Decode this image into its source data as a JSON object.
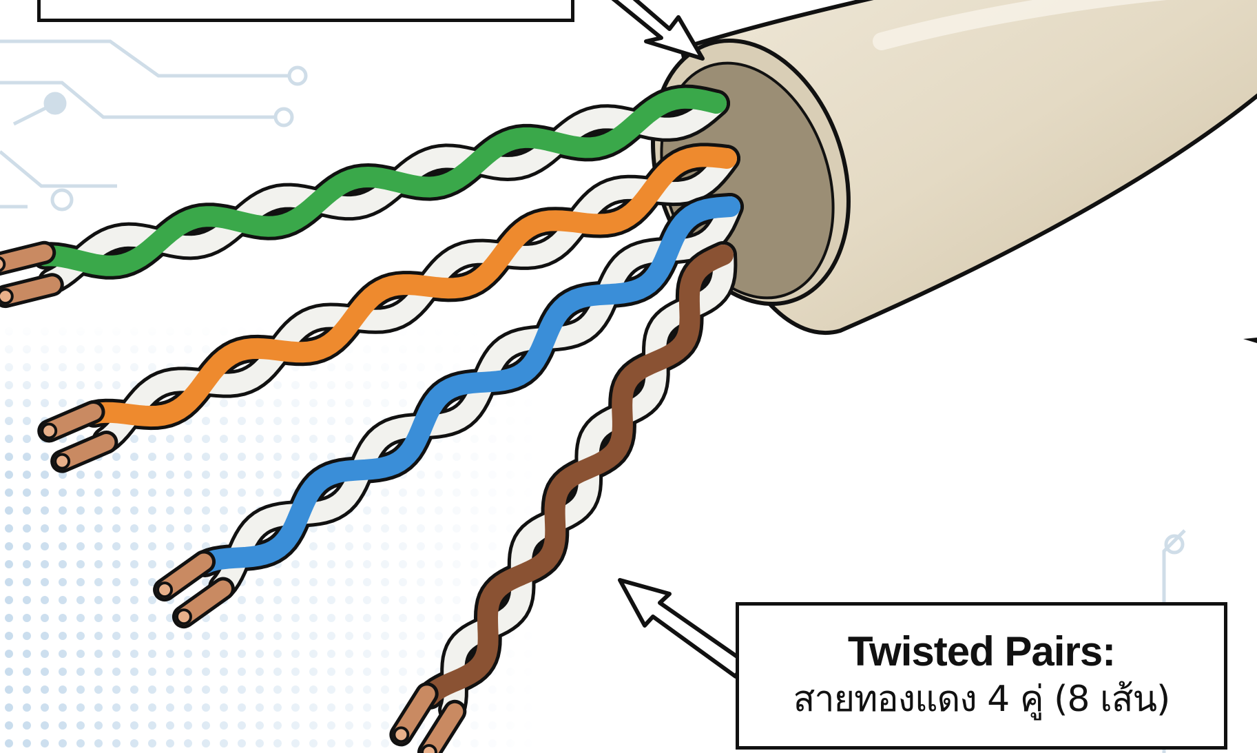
{
  "callouts": {
    "top": {
      "text": ""
    },
    "twisted_pairs": {
      "title": "Twisted Pairs:",
      "subtitle": "สายทองแดง 4 คู่ (8 เส้น)"
    }
  },
  "colors": {
    "jacket": "#e8dfcc",
    "jacket_shade": "#cbbfa5",
    "outline": "#111111",
    "green": "#3aa84a",
    "orange": "#ee8a2e",
    "blue": "#3a8ed8",
    "brown": "#8a5233",
    "white_stripe": "#f2f2ee",
    "copper": "#c98a62",
    "circuit": "#cfdde8",
    "halftone": "#c8dced"
  },
  "wire_pairs": [
    {
      "color_name": "green",
      "stripe": "white"
    },
    {
      "color_name": "orange",
      "stripe": "white"
    },
    {
      "color_name": "blue",
      "stripe": "white"
    },
    {
      "color_name": "brown",
      "stripe": "white"
    }
  ]
}
